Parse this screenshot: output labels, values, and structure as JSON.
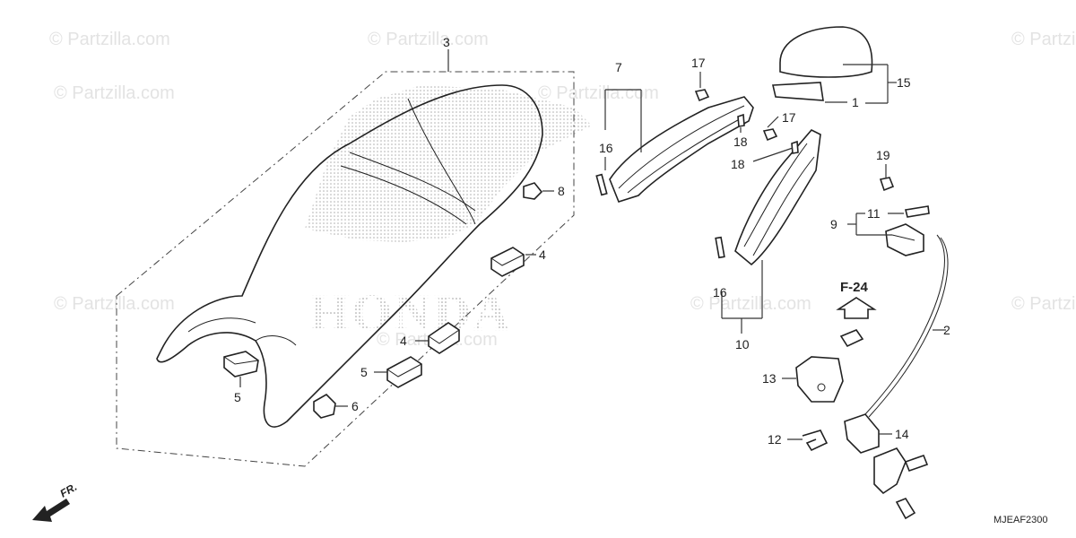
{
  "watermarks": [
    "© Partzilla.com",
    "© Partzilla.com",
    "© Partzilla.com",
    "© Partzilla.com",
    "© Partzilla.com",
    "© Partzilla.com",
    "© Partzilla.com",
    "© Partzilla.com",
    "© Partzilla.com"
  ],
  "brand_watermark": "HONDA",
  "callouts": {
    "c1": "1",
    "c2": "2",
    "c3": "3",
    "c4a": "4",
    "c4b": "4",
    "c5a": "5",
    "c5b": "5",
    "c6": "6",
    "c7": "7",
    "c8": "8",
    "c9": "9",
    "c10": "10",
    "c11": "11",
    "c12": "12",
    "c13": "13",
    "c14": "14",
    "c15": "15",
    "c16a": "16",
    "c16b": "16",
    "c17a": "17",
    "c17b": "17",
    "c18a": "18",
    "c18b": "18",
    "c19": "19"
  },
  "reference": "F-24",
  "front_marker": "FR.",
  "diagram_code": "MJEAF2300"
}
